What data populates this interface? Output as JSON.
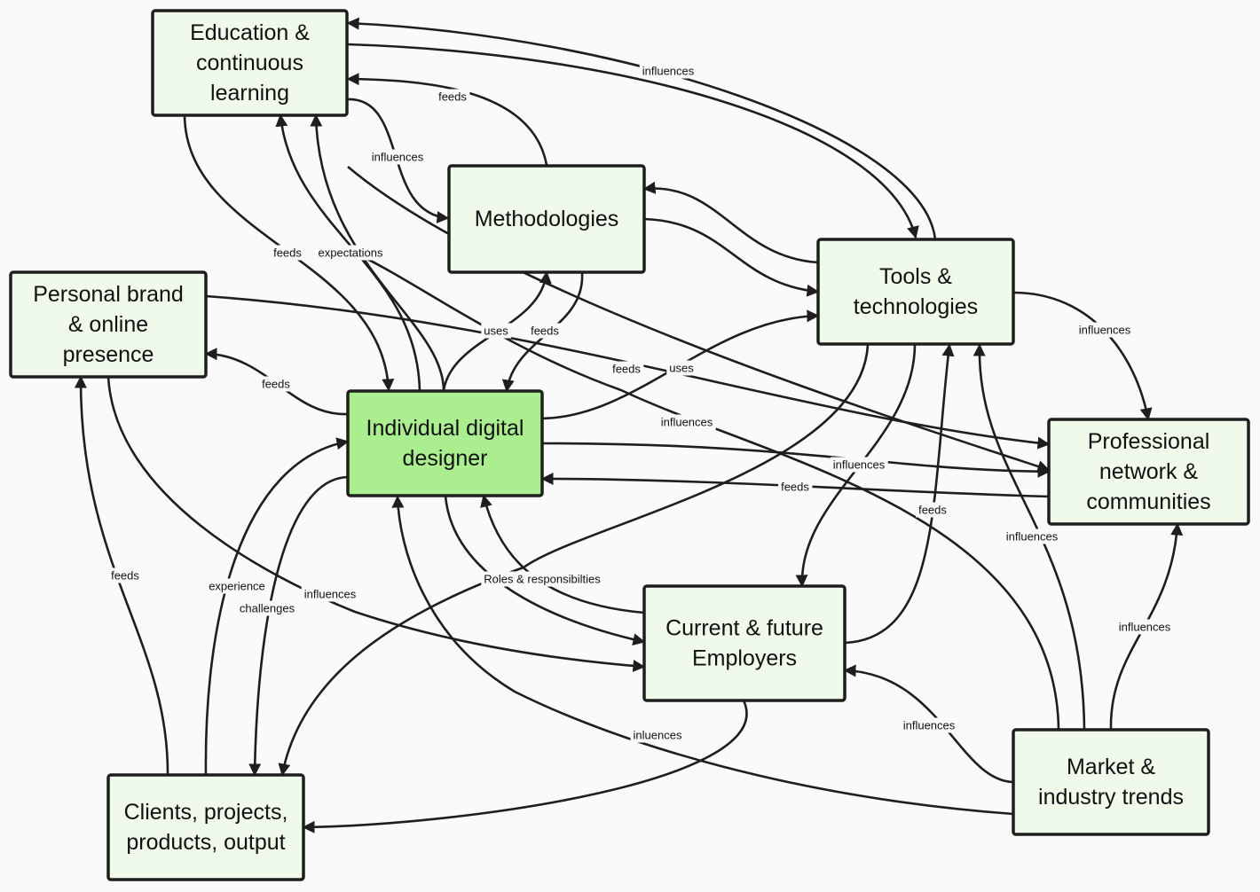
{
  "nodes": {
    "education": {
      "lines": [
        "Education &",
        "continuous",
        "learning"
      ]
    },
    "methodologies": {
      "lines": [
        "Methodologies"
      ]
    },
    "tools": {
      "lines": [
        "Tools &",
        "technologies"
      ]
    },
    "personal_brand": {
      "lines": [
        "Personal brand",
        "& online",
        "presence"
      ]
    },
    "designer": {
      "lines": [
        "Individual digital",
        "designer"
      ]
    },
    "network": {
      "lines": [
        "Professional",
        "network &",
        "communities"
      ]
    },
    "employers": {
      "lines": [
        "Current & future",
        "Employers"
      ]
    },
    "clients": {
      "lines": [
        "Clients, projects,",
        "products, output"
      ]
    },
    "market": {
      "lines": [
        "Market &",
        "industry trends"
      ]
    }
  },
  "edges": [
    {
      "id": "education-to-tools",
      "label": "influences"
    },
    {
      "id": "tools-to-education",
      "label": ""
    },
    {
      "id": "methodologies-to-education",
      "label": "feeds"
    },
    {
      "id": "education-to-methodologies",
      "label": "influences"
    },
    {
      "id": "education-to-designer",
      "label": "feeds"
    },
    {
      "id": "designer-to-education-expectations",
      "label": "expectations"
    },
    {
      "id": "designer-to-education-2",
      "label": ""
    },
    {
      "id": "education-to-network",
      "label": "influences"
    },
    {
      "id": "designer-to-methodologies",
      "label": "uses"
    },
    {
      "id": "methodologies-to-designer",
      "label": "feeds"
    },
    {
      "id": "methodologies-to-tools",
      "label": ""
    },
    {
      "id": "tools-to-methodologies",
      "label": ""
    },
    {
      "id": "designer-to-tools",
      "label": "uses"
    },
    {
      "id": "personal-brand-to-network",
      "label": "feeds"
    },
    {
      "id": "designer-to-personal-brand",
      "label": "feeds"
    },
    {
      "id": "tools-to-network",
      "label": "influences"
    },
    {
      "id": "designer-to-network",
      "label": "influences"
    },
    {
      "id": "network-to-designer",
      "label": "feeds"
    },
    {
      "id": "tools-to-clients",
      "label": "Roles & responsibilties"
    },
    {
      "id": "tools-to-employers",
      "label": ""
    },
    {
      "id": "employers-to-tools",
      "label": "feeds"
    },
    {
      "id": "market-to-tools",
      "label": "influences"
    },
    {
      "id": "market-to-network",
      "label": "influences"
    },
    {
      "id": "market-to-employers",
      "label": "influences"
    },
    {
      "id": "market-to-designer",
      "label": "inluences"
    },
    {
      "id": "market-to-education",
      "label": ""
    },
    {
      "id": "designer-to-employers",
      "label": ""
    },
    {
      "id": "employers-to-designer",
      "label": ""
    },
    {
      "id": "personal-brand-to-employers",
      "label": "influences"
    },
    {
      "id": "employers-to-clients",
      "label": ""
    },
    {
      "id": "clients-to-personal-brand",
      "label": "feeds"
    },
    {
      "id": "clients-to-designer",
      "label": "experience"
    },
    {
      "id": "designer-to-clients",
      "label": "challenges"
    }
  ]
}
